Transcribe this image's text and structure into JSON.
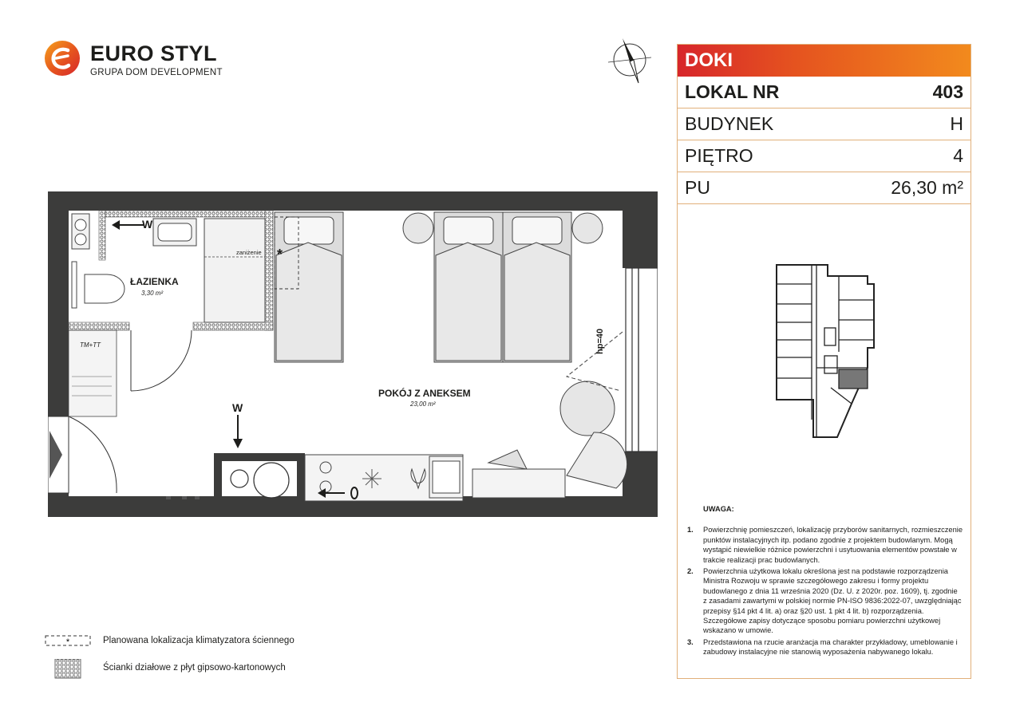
{
  "brand": {
    "name": "EURO STYL",
    "subtitle": "GRUPA DOM DEVELOPMENT",
    "colors": {
      "red": "#d7262b",
      "orange": "#f28a1d"
    }
  },
  "compass": {
    "icon": "north-arrow-icon"
  },
  "panel": {
    "project": "DOKI",
    "rows": [
      {
        "label": "LOKAL NR",
        "value": "403"
      },
      {
        "label": "BUDYNEK",
        "value": "H"
      },
      {
        "label": "PIĘTRO",
        "value": "4"
      },
      {
        "label": "PU",
        "value": "26,30 m²"
      }
    ]
  },
  "plan": {
    "rooms": [
      {
        "name": "ŁAZIENKA",
        "area": "3,30 m²"
      },
      {
        "name": "POKÓJ Z ANEKSEM",
        "area": "23,00 m²"
      }
    ],
    "labels": {
      "lowering": "zaniżenie",
      "meter": "TM+TT",
      "window_height": "hp=40",
      "w": "W",
      "ac_marker": "*"
    }
  },
  "notes": {
    "title": "UWAGA:",
    "items": [
      {
        "num": "1.",
        "text": "Powierzchnię pomieszczeń, lokalizację przyborów sanitarnych, rozmieszczenie punktów instalacyjnych itp. podano zgodnie z projektem budowlanym. Mogą wystąpić niewielkie różnice powierzchni i usytuowania elementów powstałe w trakcie realizacji prac budowlanych."
      },
      {
        "num": "2.",
        "text": "Powierzchnia użytkowa lokalu określona jest na podstawie rozporządzenia Ministra Rozwoju w sprawie szczegółowego zakresu i formy projektu budowlanego z dnia 11 września 2020 (Dz. U. z 2020r. poz. 1609), tj. zgodnie z zasadami zawartymi w polskiej normie PN-ISO 9836:2022-07, uwzględniając przepisy §14 pkt 4 lit. a) oraz §20 ust. 1 pkt 4 lit. b) rozporządzenia. Szczegółowe zapisy dotyczące sposobu pomiaru powierzchni użytkowej wskazano w umowie."
      },
      {
        "num": "3.",
        "text": "Przedstawiona na rzucie aranżacja ma charakter przykładowy, umeblowanie i zabudowy instalacyjne nie stanowią wyposażenia nabywanego lokalu."
      }
    ]
  },
  "legend": [
    {
      "symbol": "ac-unit-dashed-icon",
      "text": "Planowana lokalizacja klimatyzatora ściennego"
    },
    {
      "symbol": "gypsum-wall-hatch-icon",
      "text": "Ścianki działowe z płyt gipsowo-kartonowych"
    }
  ]
}
